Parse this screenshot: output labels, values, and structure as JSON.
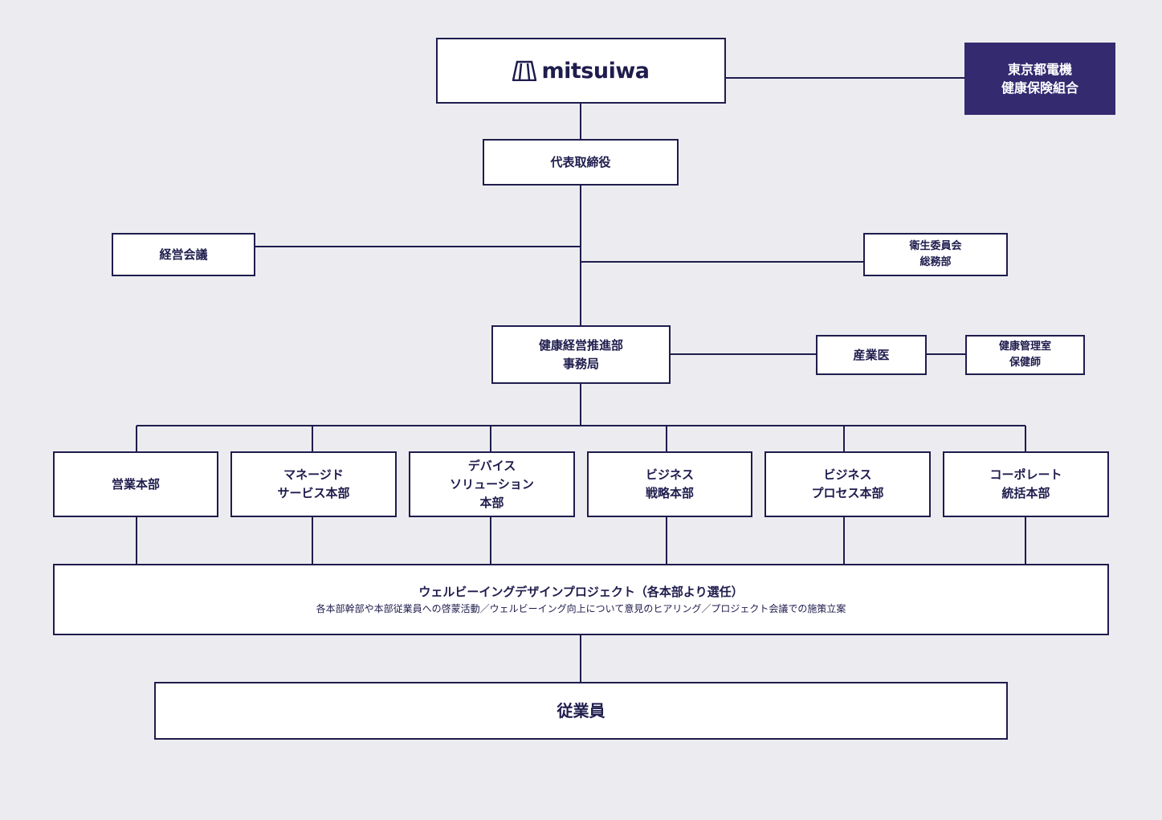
{
  "logo": {
    "text": "mitsuiwa",
    "icon": "mitsuiwa-logo-icon"
  },
  "insurance": "東京都電機\n健康保険組合",
  "ceo": "代表取締役",
  "management_meeting": "経営会議",
  "health_committee": "衛生委員会\n総務部",
  "promotion_office": "健康経営推進部\n事務局",
  "industrial_doctor": "産業医",
  "health_room": "健康管理室\n保健師",
  "divisions": [
    {
      "label": "営業本部"
    },
    {
      "label": "マネージド\nサービス本部"
    },
    {
      "label": "デバイス\nソリューション\n本部"
    },
    {
      "label": "ビジネス\n戦略本部"
    },
    {
      "label": "ビジネス\nプロセス本部"
    },
    {
      "label": "コーポレート\n統括本部"
    }
  ],
  "wellbeing": {
    "title": "ウェルビーイングデザインプロジェクト（各本部より選任）",
    "description": "各本部幹部や本部従業員への啓蒙活動／ウェルビーイング向上について意見のヒアリング／プロジェクト会議での施策立案"
  },
  "employees": "従業員",
  "colors": {
    "line": "#1f1c4d",
    "box_border": "#1f1c4d",
    "accent": "#332a70",
    "background": "#ececf0"
  }
}
